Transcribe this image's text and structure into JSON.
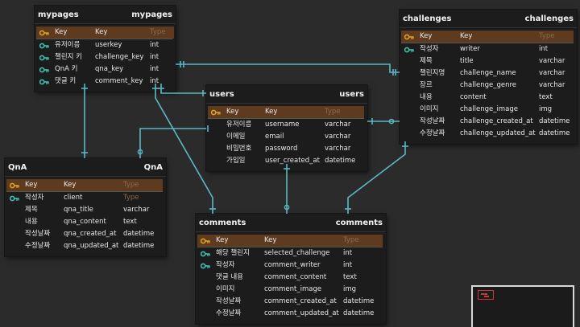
{
  "tables": [
    {
      "id": "mypages",
      "title": "mypages",
      "alias": "mypages",
      "header": [
        "Key",
        "Key",
        "Type"
      ],
      "columns": [
        {
          "icon": "teal",
          "name": "유저이름",
          "field": "userkey",
          "type": "int"
        },
        {
          "icon": "teal",
          "name": "챌린지 키",
          "field": "challenge_key",
          "type": "int"
        },
        {
          "icon": "teal",
          "name": "QnA 키",
          "field": "qna_key",
          "type": "int"
        },
        {
          "icon": "teal",
          "name": "댓글 키",
          "field": "comment_key",
          "type": "int"
        }
      ]
    },
    {
      "id": "challenges",
      "title": "challenges",
      "alias": "challenges",
      "header": [
        "Key",
        "Key",
        "Type"
      ],
      "columns": [
        {
          "icon": "teal",
          "name": "작성자",
          "field": "writer",
          "type": "int"
        },
        {
          "icon": "",
          "name": "제목",
          "field": "title",
          "type": "varchar"
        },
        {
          "icon": "",
          "name": "챌린지명",
          "field": "challenge_name",
          "type": "varchar"
        },
        {
          "icon": "",
          "name": "장르",
          "field": "challenge_genre",
          "type": "varchar"
        },
        {
          "icon": "",
          "name": "내용",
          "field": "content",
          "type": "text"
        },
        {
          "icon": "",
          "name": "이미지",
          "field": "challenge_image",
          "type": "img"
        },
        {
          "icon": "",
          "name": "작성날짜",
          "field": "challenge_created_at",
          "type": "datetime"
        },
        {
          "icon": "",
          "name": "수정날짜",
          "field": "challenge_updated_at",
          "type": "datetime"
        }
      ]
    },
    {
      "id": "users",
      "title": "users",
      "alias": "users",
      "header": [
        "Key",
        "Key",
        "Type"
      ],
      "columns": [
        {
          "icon": "",
          "name": "유저이름",
          "field": "username",
          "type": "varchar"
        },
        {
          "icon": "",
          "name": "이메일",
          "field": "email",
          "type": "varchar"
        },
        {
          "icon": "",
          "name": "비밀번호",
          "field": "password",
          "type": "varchar"
        },
        {
          "icon": "",
          "name": "가입일",
          "field": "user_created_at",
          "type": "datetime"
        }
      ]
    },
    {
      "id": "qna",
      "title": "QnA",
      "alias": "QnA",
      "header": [
        "Key",
        "Key",
        "Type"
      ],
      "columns": [
        {
          "icon": "teal",
          "name": "작성자",
          "field": "client",
          "type": "Type"
        },
        {
          "icon": "",
          "name": "제목",
          "field": "qna_title",
          "type": "varchar"
        },
        {
          "icon": "",
          "name": "내용",
          "field": "qna_content",
          "type": "text"
        },
        {
          "icon": "",
          "name": "작성날짜",
          "field": "qna_created_at",
          "type": "datetime"
        },
        {
          "icon": "",
          "name": "수정날짜",
          "field": "qna_updated_at",
          "type": "datetime"
        }
      ]
    },
    {
      "id": "comments",
      "title": "comments",
      "alias": "comments",
      "header": [
        "Key",
        "Key",
        "Type"
      ],
      "columns": [
        {
          "icon": "teal",
          "name": "해당 챌린지",
          "field": "selected_challenge",
          "type": "int"
        },
        {
          "icon": "teal",
          "name": "작성자",
          "field": "comment_writer",
          "type": "int"
        },
        {
          "icon": "",
          "name": "댓글 내용",
          "field": "comment_content",
          "type": "text"
        },
        {
          "icon": "",
          "name": "이미지",
          "field": "comment_image",
          "type": "img"
        },
        {
          "icon": "",
          "name": "작성날짜",
          "field": "comment_created_at",
          "type": "datetime"
        },
        {
          "icon": "",
          "name": "수정날짜",
          "field": "comment_updated_at",
          "type": "datetime"
        }
      ]
    }
  ],
  "colors": {
    "edge": "#5bb8c4",
    "key_gold": "#e0a020",
    "key_teal": "#3fc0b0",
    "header_row": "#5e3b1f"
  }
}
